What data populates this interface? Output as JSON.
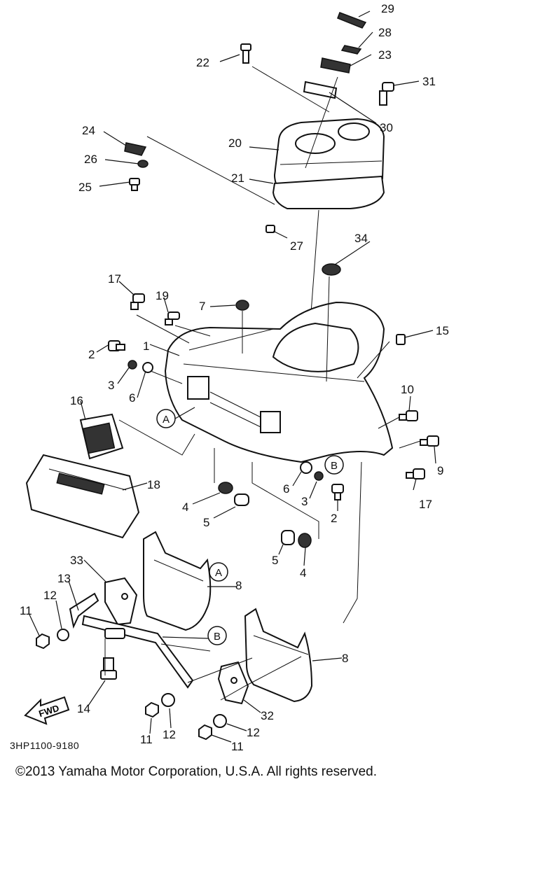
{
  "diagram": {
    "callouts": {
      "c29": "29",
      "c28": "28",
      "c23": "23",
      "c22": "22",
      "c31": "31",
      "c30": "30",
      "c24": "24",
      "c20": "20",
      "c26": "26",
      "c25": "25",
      "c21": "21",
      "c27": "27",
      "c34": "34",
      "c17a": "17",
      "c19": "19",
      "c7": "7",
      "c15": "15",
      "c1": "1",
      "c2a": "2",
      "c3a": "3",
      "c6a": "6",
      "c16": "16",
      "c10": "10",
      "c9": "9",
      "c18": "18",
      "c6b": "6",
      "c3b": "3",
      "c2b": "2",
      "c17b": "17",
      "c4a": "4",
      "c5a": "5",
      "c5b": "5",
      "c4b": "4",
      "c8a": "8",
      "c33": "33",
      "c13": "13",
      "c12a": "12",
      "c11a": "11",
      "c14": "14",
      "c8b": "8",
      "c32": "32",
      "c11b": "11",
      "c12b": "12",
      "c12c": "12",
      "c11c": "11"
    },
    "markers": {
      "a1": "A",
      "b1": "B",
      "a2": "A",
      "b2": "B"
    },
    "fwd_label": "FWD",
    "diagram_code": "3HP1100-9180"
  },
  "footer": {
    "copyright": "©2013 Yamaha Motor Corporation, U.S.A. All rights reserved."
  }
}
